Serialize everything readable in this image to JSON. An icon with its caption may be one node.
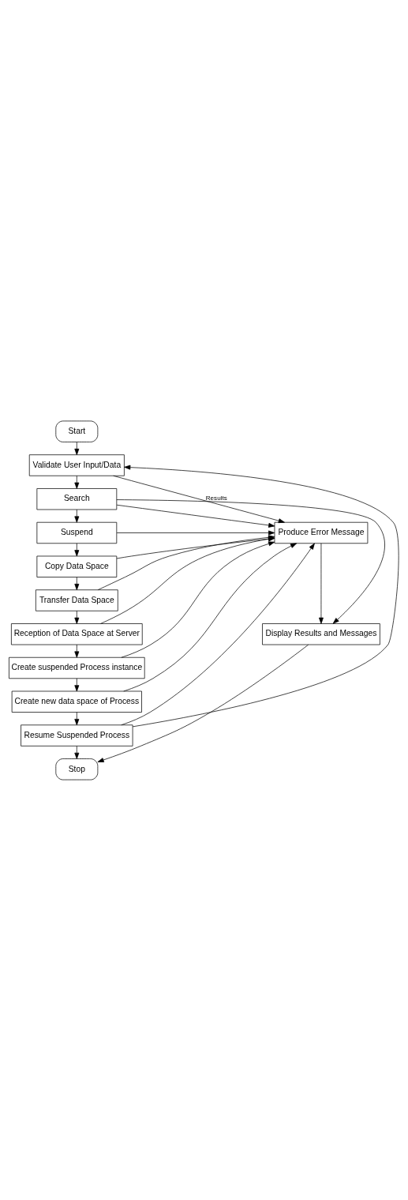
{
  "diagram": {
    "nodes": [
      {
        "text": [
          "Start"
        ]
      },
      {
        "text": [
          "Validate User Input/Data"
        ]
      },
      {
        "text": [
          "Search"
        ]
      },
      {
        "text": [
          "Suspend"
        ]
      },
      {
        "text": [
          "Copy Data Space"
        ]
      },
      {
        "text": [
          "Transfer Data Space"
        ]
      },
      {
        "text": [
          "Reception of Data Space at Server"
        ]
      },
      {
        "text": [
          "Create suspended Process instance"
        ]
      },
      {
        "text": [
          "Create new data space of Process"
        ]
      },
      {
        "text": [
          "Resume Suspended Process"
        ]
      },
      {
        "text": [
          "Produce Error Message"
        ]
      },
      {
        "text": [
          "Display Results and Messages"
        ]
      },
      {
        "text": [
          "Stop"
        ]
      }
    ],
    "edges": [
      {
        "from": 0,
        "to": 1,
        "arrow": "to"
      },
      {
        "from": 1,
        "to": 2,
        "arrow": "to"
      },
      {
        "from": 2,
        "to": 3,
        "arrow": "to"
      },
      {
        "from": 3,
        "to": 4,
        "arrow": "to"
      },
      {
        "from": 4,
        "to": 5,
        "arrow": "to"
      },
      {
        "from": 5,
        "to": 6,
        "arrow": "to"
      },
      {
        "from": 6,
        "to": 7,
        "arrow": "to"
      },
      {
        "from": 7,
        "to": 8,
        "arrow": "to"
      },
      {
        "from": 8,
        "to": 9,
        "arrow": "to"
      },
      {
        "from": 9,
        "to": 12,
        "arrow": "to"
      },
      {
        "from": 9,
        "to": 1,
        "arrow": "to"
      },
      {
        "from": 1,
        "to": 10,
        "arrow": "to"
      },
      {
        "from": 2,
        "to": 10,
        "arrow": "to"
      },
      {
        "from": 3,
        "to": 10,
        "arrow": "to"
      },
      {
        "from": 4,
        "to": 10,
        "arrow": "to"
      },
      {
        "from": 5,
        "to": 10,
        "arrow": "to"
      },
      {
        "from": 6,
        "to": 10,
        "arrow": "to"
      },
      {
        "from": 7,
        "to": 10,
        "arrow": "to"
      },
      {
        "from": 8,
        "to": 10,
        "arrow": "to"
      },
      {
        "from": 9,
        "to": 10,
        "arrow": "to"
      },
      {
        "from": 2,
        "to": 11,
        "label": "Results",
        "arrow": "to"
      },
      {
        "from": 10,
        "to": 11,
        "arrow": "to"
      },
      {
        "from": 11,
        "to": 12,
        "arrow": "to"
      }
    ]
  }
}
